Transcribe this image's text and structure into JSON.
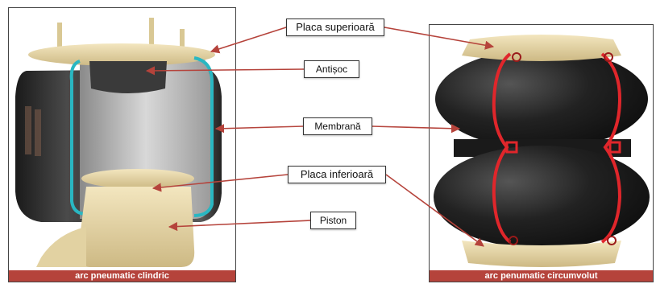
{
  "labels": {
    "top_plate": "Placa superioară",
    "bump_stop": "Antișoc",
    "membrane": "Membrană",
    "bottom_plate": "Placa inferioară",
    "piston": "Piston"
  },
  "captions": {
    "left": "arc pneumatic clindric",
    "right": "arc penumatic circumvolut"
  },
  "colors": {
    "caption_bg": "#b5433b",
    "leader": "#b5433b",
    "rubber": "#2a2a2a",
    "metal": "#e8d7a6",
    "cut_left": "#29b7c2",
    "cut_right": "#e0262b"
  }
}
